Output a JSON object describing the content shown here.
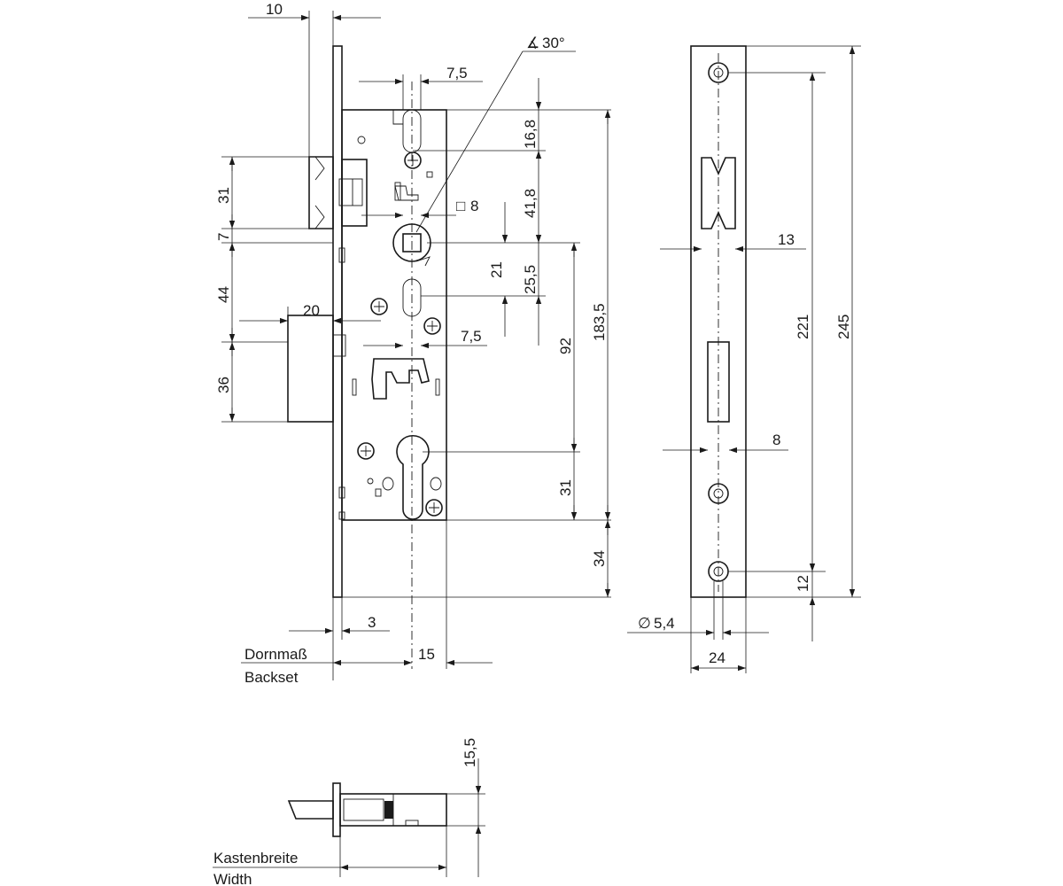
{
  "labels": {
    "backset_de": "Dornmaß",
    "backset_en": "Backset",
    "width_de": "Kastenbreite",
    "width_en": "Width"
  },
  "dims": {
    "d10": "10",
    "d7_5_top": "7,5",
    "d30deg": "30°",
    "d16_8": "16,8",
    "d41_8": "41,8",
    "sq8": "8",
    "d31_top": "31",
    "d7": "7",
    "d21": "21",
    "d25_5": "25,5",
    "d183_5": "183,5",
    "d44": "44",
    "d20": "20",
    "d7_5_mid": "7,5",
    "d92": "92",
    "d36": "36",
    "d31_bot": "31",
    "d34": "34",
    "d3": "3",
    "d15": "15",
    "d13": "13",
    "d221": "221",
    "d245": "245",
    "d8": "8",
    "d12": "12",
    "dia5_4": "5,4",
    "d24": "24",
    "d15_5": "15,5"
  },
  "colors": {
    "ink": "#1a1a1a",
    "background": "#ffffff"
  }
}
